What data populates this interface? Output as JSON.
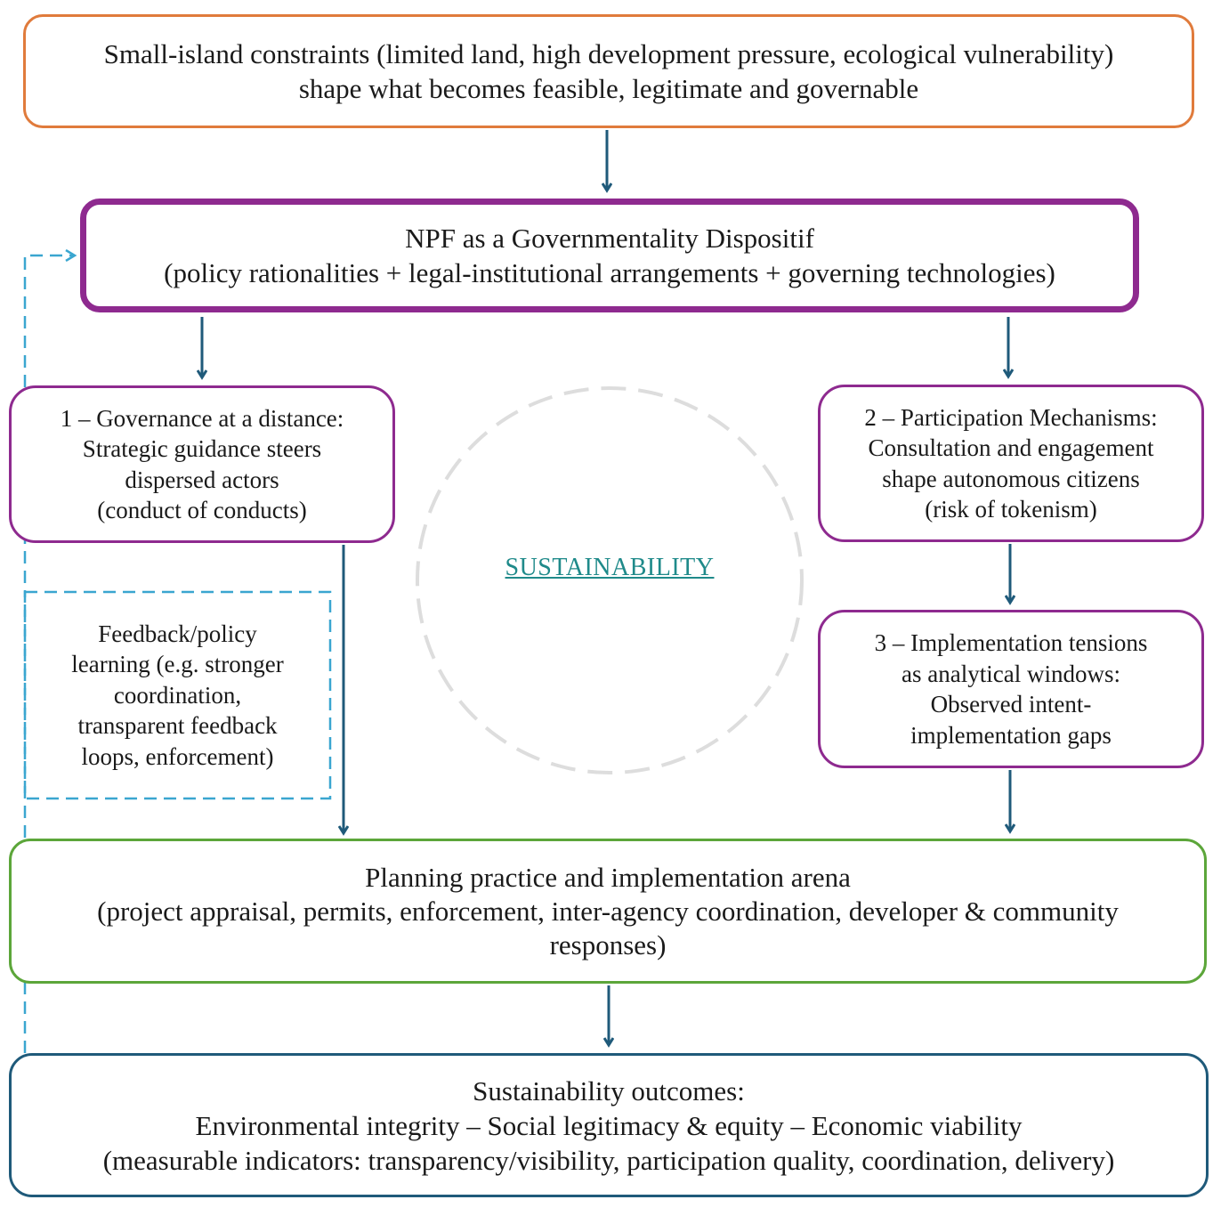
{
  "constraints": {
    "line1": "Small-island constraints (limited land, high development pressure, ecological vulnerability)",
    "line2": "shape what becomes feasible, legitimate and governable"
  },
  "npf": {
    "line1": "NPF as a Governmentality Dispositif",
    "line2": "(policy rationalities + legal-institutional arrangements + governing technologies)"
  },
  "governance": {
    "line1": "1 – Governance at a distance:",
    "line2": "Strategic guidance steers",
    "line3": "dispersed actors",
    "line4": "(conduct of conducts)"
  },
  "participation": {
    "line1": "2 – Participation Mechanisms:",
    "line2": "Consultation and engagement",
    "line3": "shape autonomous citizens",
    "line4": "(risk of tokenism)"
  },
  "implementation": {
    "line1": "3 – Implementation tensions",
    "line2": "as analytical windows:",
    "line3": "Observed intent-",
    "line4": "implementation gaps"
  },
  "feedback": {
    "line1": "Feedback/policy",
    "line2": "learning (e.g. stronger",
    "line3": "coordination,",
    "line4": "transparent feedback",
    "line5": "loops, enforcement)"
  },
  "center_label": "SUSTAINABILITY",
  "practice": {
    "line1": "Planning practice and implementation arena",
    "line2": "(project appraisal, permits, enforcement, inter-agency coordination, developer & community",
    "line3": "responses)"
  },
  "outcomes": {
    "line1": "Sustainability outcomes:",
    "line2": "Environmental integrity – Social legitimacy & equity – Economic viability",
    "line3": "(measurable indicators: transparency/visibility, participation quality, coordination, delivery)"
  },
  "colors": {
    "constraints_border": "#e07b3c",
    "npf_border": "#8e2a8f",
    "mechanism_border": "#8e2a8f",
    "practice_border": "#5ca63a",
    "outcomes_border": "#1f5a7a",
    "arrow": "#1f5a7a",
    "feedback_dash": "#3aa6d0",
    "circle_dash": "#dddddd",
    "center_label": "#1f8a8a"
  }
}
